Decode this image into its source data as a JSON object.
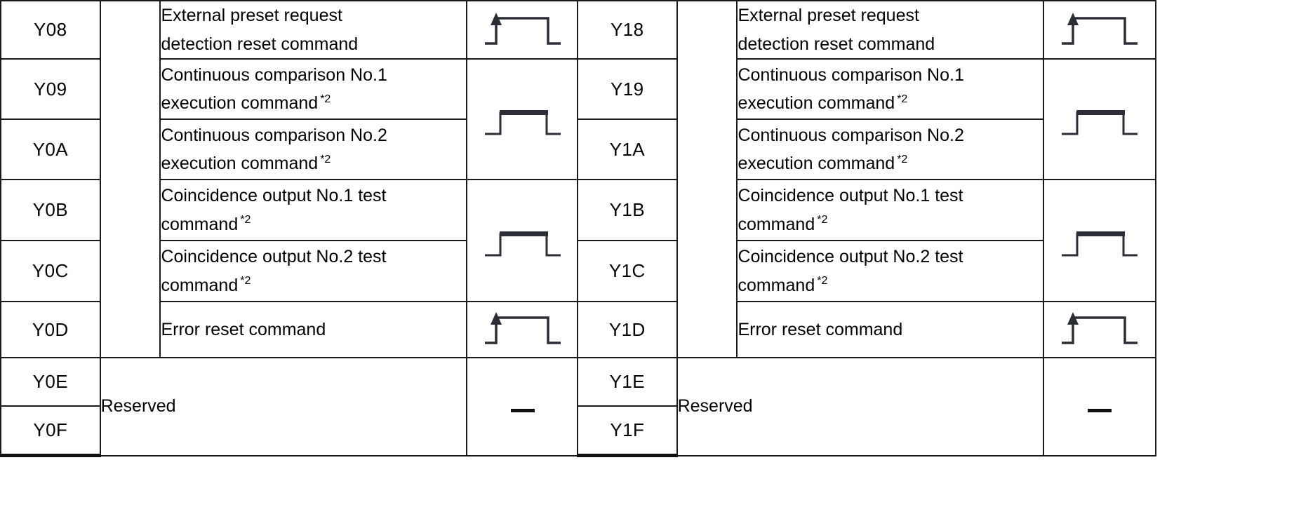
{
  "document": {
    "kind": "io-signal-table",
    "note_marker": "*2",
    "waveform_types": {
      "pulse": "rising-edge-pulse-waveform",
      "level": "level-pulse-waveform",
      "none": "not-applicable-dashes"
    },
    "dashes": "---",
    "reserved_label": "Reserved"
  },
  "colors": {
    "code_cell_background": "#d9d9d9",
    "border": "#1a1a1a",
    "text": "#000000",
    "page_background": "#ffffff"
  },
  "left_table": {
    "rows": [
      {
        "code": "Y08",
        "description_line1": "External preset request",
        "description_line2": "detection reset command",
        "note": "",
        "waveform": "pulse"
      },
      {
        "code": "Y09",
        "description_line1": "Continuous comparison No.1",
        "description_line2": "execution command",
        "note": "*2",
        "waveform": "level"
      },
      {
        "code": "Y0A",
        "description_line1": "Continuous comparison No.2",
        "description_line2": "execution command",
        "note": "*2",
        "waveform": "level"
      },
      {
        "code": "Y0B",
        "description_line1": "Coincidence output No.1 test",
        "description_line2": "command",
        "note": "*2",
        "waveform": "level"
      },
      {
        "code": "Y0C",
        "description_line1": "Coincidence output No.2 test",
        "description_line2": "command",
        "note": "*2",
        "waveform": "level"
      },
      {
        "code": "Y0D",
        "description_line1": "Error reset command",
        "description_line2": "",
        "note": "",
        "waveform": "pulse"
      },
      {
        "code": "Y0E",
        "description_line1": "Reserved",
        "description_line2": "",
        "note": "",
        "waveform": "none"
      },
      {
        "code": "Y0F",
        "description_line1": "Reserved",
        "description_line2": "",
        "note": "",
        "waveform": "none"
      }
    ]
  },
  "right_table": {
    "rows": [
      {
        "code": "Y18",
        "description_line1": "External preset request",
        "description_line2": "detection reset command",
        "note": "",
        "waveform": "pulse"
      },
      {
        "code": "Y19",
        "description_line1": "Continuous comparison No.1",
        "description_line2": "execution command",
        "note": "*2",
        "waveform": "level"
      },
      {
        "code": "Y1A",
        "description_line1": "Continuous comparison No.2",
        "description_line2": "execution command",
        "note": "*2",
        "waveform": "level"
      },
      {
        "code": "Y1B",
        "description_line1": "Coincidence output No.1 test",
        "description_line2": "command",
        "note": "*2",
        "waveform": "level"
      },
      {
        "code": "Y1C",
        "description_line1": "Coincidence output No.2 test",
        "description_line2": "command",
        "note": "*2",
        "waveform": "level"
      },
      {
        "code": "Y1D",
        "description_line1": "Error reset command",
        "description_line2": "",
        "note": "",
        "waveform": "pulse"
      },
      {
        "code": "Y1E",
        "description_line1": "Reserved",
        "description_line2": "",
        "note": "",
        "waveform": "none"
      },
      {
        "code": "Y1F",
        "description_line1": "Reserved",
        "description_line2": "",
        "note": "",
        "waveform": "none"
      }
    ]
  }
}
